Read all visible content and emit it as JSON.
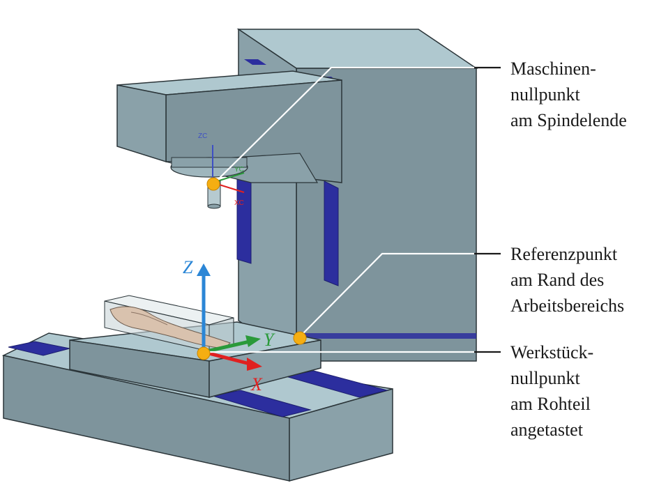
{
  "labels": {
    "machine_zero": [
      "Maschinen-",
      "nullpunkt",
      "am Spindelende"
    ],
    "reference_point": [
      "Referenzpunkt",
      "am Rand des",
      "Arbeitsbereichs"
    ],
    "workpiece_zero": [
      "Werkstück-",
      "nullpunkt",
      "am Rohteil",
      "angetastet"
    ]
  },
  "axes": {
    "x": "X",
    "y": "Y",
    "z": "Z",
    "spindle_z": "ZC",
    "spindle_y": "YC",
    "spindle_x": "XC"
  },
  "colors": {
    "body_front": "#7e949c",
    "body_side": "#8aa1a9",
    "body_top": "#afc8cf",
    "rail": "#2c2e9e",
    "point": "#f5ae12",
    "axis_x": "#e02020",
    "axis_y": "#2a9a3a",
    "axis_z": "#2b86d6",
    "leader": "#ffffff",
    "leader_dark": "#1a1a1a"
  }
}
